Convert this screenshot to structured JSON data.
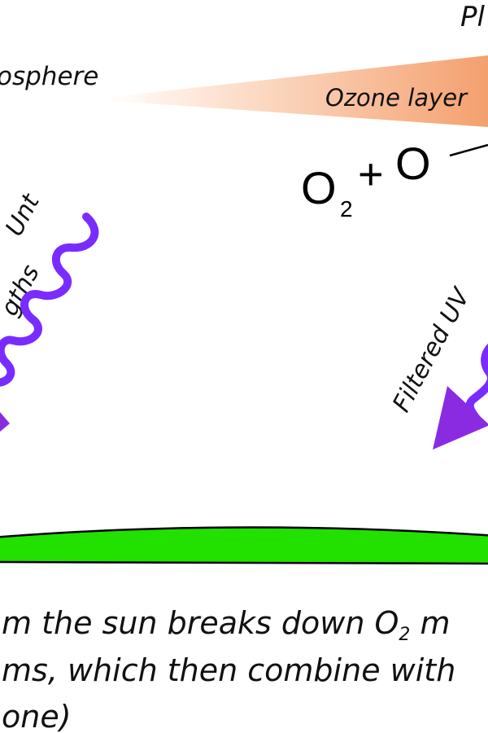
{
  "labels": {
    "top_right_partial": "Pl",
    "stratosphere_partial": "osphere",
    "ozone_layer_partial": "Ozone layer",
    "incoming_line1_partial": "Unt",
    "incoming_line2_partial": "gths",
    "filtered_uv_partial": "Filtered UV",
    "reaction_o2": "O",
    "reaction_o2_subscript": "2",
    "reaction_plus": "+",
    "reaction_o": "O"
  },
  "caption": {
    "line1_part1": "m the sun breaks down O",
    "line1_subscript": "2",
    "line1_part2": " m",
    "line2": "ms, which then combine with",
    "line3": "one)"
  },
  "colors": {
    "ozone_gradient_start": "#fff4ec",
    "ozone_gradient_end": "#f4a06e",
    "uv_wave": "#7a2cff",
    "uv_arrow": "#8a2be2",
    "ground": "#22e000"
  }
}
